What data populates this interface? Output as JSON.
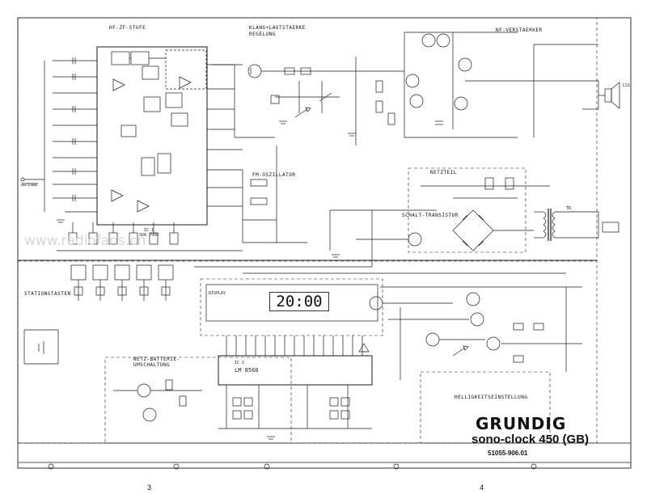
{
  "watermark": "www.radiofans.cn",
  "sections": {
    "hf_ze_stufe": "HF-ZF-STUFE",
    "klang": "KLANG+LAUTSTAERKE",
    "klang_sub": "REGELUNG",
    "nf_verstaerker": "NF-VERSTAERKER",
    "fm_oszillator": "FM-OSZILLATOR",
    "netzteil": "NETZTEIL",
    "schalttransistor": "SCHALT-TRANSISTOR",
    "stationstasten": "STATIONSTASTEN",
    "netz_batterie": "NETZ-BATTERIE-",
    "netz_batterie2": "UMSCHALTUNG",
    "helligkeit": "HELLIGKEITSEINSTELLUNG"
  },
  "parts": {
    "ic_hf": "IC 1",
    "ic_hf_type": "SDA 7000",
    "ic_clock": "IC 2",
    "ic_clock_type": "LM 8560",
    "display_label": "DISPLAY",
    "antenna": "ANTENNE",
    "speaker": "LS1",
    "tr": "TR"
  },
  "display": {
    "time": "20:00"
  },
  "branding": {
    "brand": "GRUNDIG",
    "model": "sono-clock 450 (GB)",
    "part_number": "51055-906.01"
  },
  "page_numbers": {
    "left": "3",
    "right": "4"
  }
}
